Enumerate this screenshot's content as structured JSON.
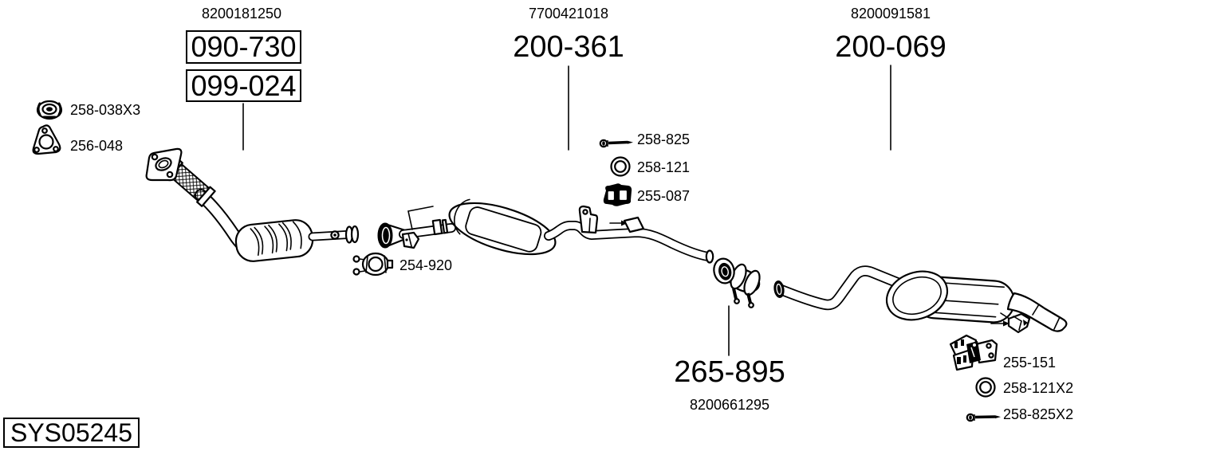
{
  "system": {
    "code": "SYS05245"
  },
  "assemblies": {
    "front": {
      "oe_number": "8200181250",
      "part_number_a": "090-730",
      "part_number_b": "099-024"
    },
    "center": {
      "oe_number": "7700421018",
      "part_number": "200-361"
    },
    "rear": {
      "oe_number": "8200091581",
      "part_number": "200-069"
    },
    "coupling": {
      "part_number": "265-895",
      "oe_number": "8200661295"
    }
  },
  "accessories": {
    "flange_nut": {
      "id": "258-038X3",
      "icon": "flange-nut"
    },
    "gasket": {
      "id": "256-048",
      "icon": "triangular-gasket"
    },
    "clamp": {
      "id": "254-920",
      "icon": "pipe-clamp"
    },
    "bolt_center": {
      "id": "258-825",
      "icon": "bolt"
    },
    "ring_center": {
      "id": "258-121",
      "icon": "sealing-ring"
    },
    "mount_center": {
      "id": "255-087",
      "icon": "rubber-mount"
    },
    "mount_rear": {
      "id": "255-151",
      "icon": "rubber-mount-bracket"
    },
    "ring_rear": {
      "id": "258-121X2",
      "icon": "sealing-ring"
    },
    "bolt_rear": {
      "id": "258-825X2",
      "icon": "bolt"
    }
  },
  "colors": {
    "ink": "#000000",
    "background": "#ffffff"
  }
}
